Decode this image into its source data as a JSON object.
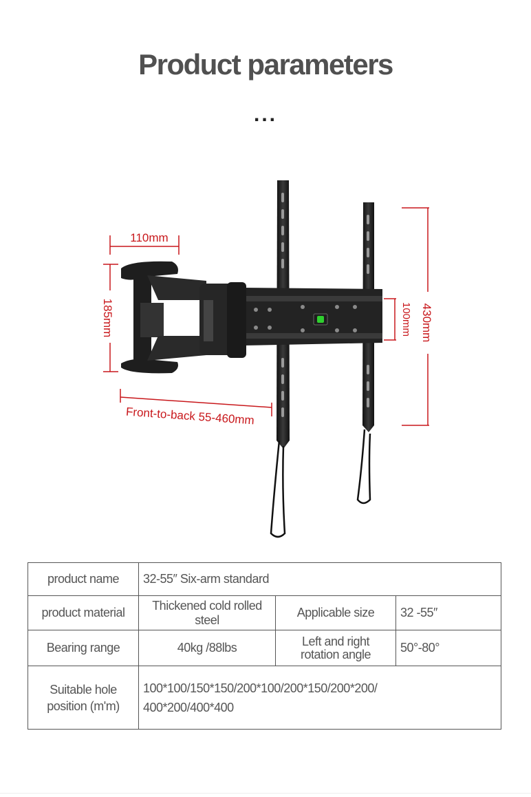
{
  "header": {
    "title": "Product parameters",
    "dots": "..."
  },
  "dimensions": {
    "arm_width": "110mm",
    "arm_height": "185mm",
    "front_to_back": "Front-to-back 55-460mm",
    "hole_spacing": "100mm",
    "plate_height": "430mm"
  },
  "table": {
    "row1": {
      "label": "product name",
      "value": "32-55″  Six-arm standard"
    },
    "row2": {
      "label": "product material",
      "value": "Thickened cold rolled steel",
      "label2": "Applicable size",
      "value2": "32 -55″"
    },
    "row3": {
      "label": "Bearing range",
      "value": "40kg /88lbs",
      "label2_line1": "Left and right",
      "label2_line2": "rotation angle",
      "value2": "50°-80°"
    },
    "row4": {
      "label_line1": "Suitable hole",
      "label_line2": "position (m'm)",
      "value_line1": "100*100/150*150/200*100/200*150/200*200/",
      "value_line2": "400*200/400*400"
    }
  },
  "colors": {
    "dimension_red": "#c8171b",
    "title_gray": "#505050",
    "bracket_black": "#1e1e1e"
  }
}
